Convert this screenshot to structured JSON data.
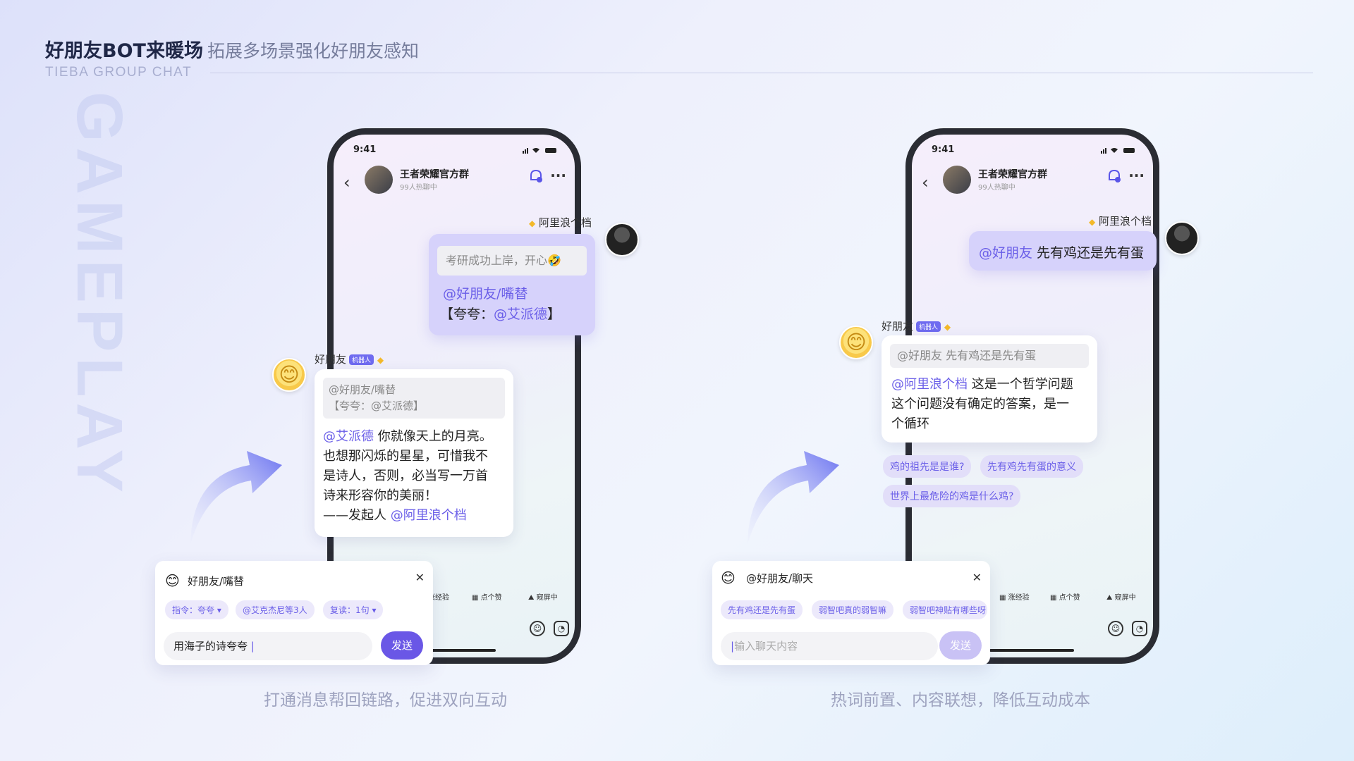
{
  "header": {
    "title": "好朋友BOT来暖场",
    "subtitle": "拓展多场景强化好朋友感知",
    "en": "TIEBA GROUP CHAT",
    "watermark": "GAMEPLAY"
  },
  "left": {
    "phone": {
      "time": "9:41",
      "group_name": "王者荣耀官方群",
      "group_sub": "99人热聊中",
      "toolbar": [
        "涨经验",
        "点个赞",
        "窥屏中"
      ]
    },
    "user_name": "阿里浪个档",
    "user_msg": {
      "quote": "考研成功上岸，开心🤣",
      "line1": "@好朋友/嘴替",
      "line2_pre": "【夸夸：",
      "line2_mention": "@艾派德",
      "line2_post": "】"
    },
    "bot_name": "好朋友",
    "bot_badge": "机器人",
    "bot_msg": {
      "quote1": "@好朋友/嘴替",
      "quote2": "【夸夸：@艾派德】",
      "mention": "@艾派德",
      "text1": "  你就像天上的月亮。",
      "text2": "也想那闪烁的星星，可惜我不",
      "text3": "是诗人，否则，必当写一万首",
      "text4": "诗来形容你的美丽！",
      "sign_pre": "——发起人 ",
      "sign_mention": "@阿里浪个档"
    },
    "panel": {
      "title": "好朋友/嘴替",
      "close": "✕",
      "chip1": "指令：夸夸",
      "chip2": "@艾克杰尼等3人",
      "chip3": "复读：1句",
      "input": "用海子的诗夸夸",
      "send": "发送"
    },
    "caption": "打通消息帮回链路，促进双向互动"
  },
  "right": {
    "phone": {
      "time": "9:41",
      "group_name": "王者荣耀官方群",
      "group_sub": "99人热聊中",
      "toolbar": [
        "涨经验",
        "点个赞",
        "窥屏中"
      ]
    },
    "user_name": "阿里浪个档",
    "user_msg": {
      "mention": "@好朋友",
      "text": " 先有鸡还是先有蛋"
    },
    "bot_name": "好朋友",
    "bot_badge": "机器人",
    "bot_msg": {
      "quote": "@好朋友 先有鸡还是先有蛋",
      "mention": "@阿里浪个档",
      "text1": " 这是一个哲学问题",
      "text2": "这个问题没有确定的答案，是一",
      "text3": "个循环"
    },
    "suggestions": [
      "鸡的祖先是是谁?",
      "先有鸡先有蛋的意义",
      "世界上最危险的鸡是什么鸡?"
    ],
    "panel": {
      "title": "@好朋友/聊天",
      "close": "✕",
      "chips": [
        "先有鸡还是先有蛋",
        "弱智吧真的弱智嘛",
        "弱智吧神贴有哪些呀"
      ],
      "placeholder": "输入聊天内容",
      "send": "发送"
    },
    "caption": "热词前置、内容联想，降低互动成本"
  },
  "colors": {
    "accent": "#6a5ee8",
    "send_active": "#6a57e6",
    "send_disabled": "#c9c2f5",
    "bubble_me": "#d6d2fb"
  }
}
